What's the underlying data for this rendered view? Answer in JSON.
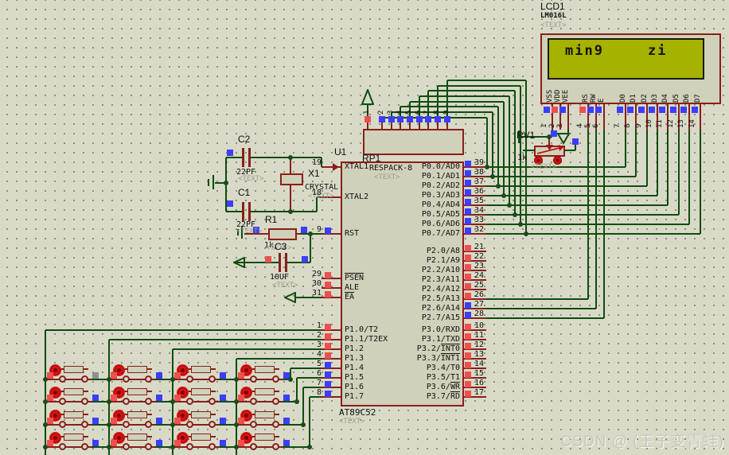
{
  "colors": {
    "background": "#d8dac7",
    "wire": "#0e4d0e",
    "junction": "#1d4a1d",
    "component_border": "#8a1f1a",
    "component_fill": "#cfd1ba",
    "pin_blue": "#3d3dfc",
    "pin_red": "#ef4f4f",
    "pin_gray": "#8f8f8f",
    "lcd_screen": "#a6b200",
    "label_gray": "#9c9c90"
  },
  "watermark": {
    "text": "CSDN @ (王子变青蛙)"
  },
  "lcd": {
    "ref": "LCD1",
    "model": "LM016L",
    "placeholder": "<TEXT>",
    "display_left": "min9",
    "display_right": "zi",
    "pins": [
      {
        "num": 1,
        "label": "VSS",
        "color": "blue"
      },
      {
        "num": 2,
        "label": "VDD",
        "color": "red"
      },
      {
        "num": 3,
        "label": "VEE",
        "color": "blue"
      },
      {
        "num": 4,
        "label": "RS",
        "color": "red"
      },
      {
        "num": 5,
        "label": "RW",
        "color": "blue"
      },
      {
        "num": 6,
        "label": "E",
        "color": "blue"
      },
      {
        "num": 7,
        "label": "D0",
        "color": "blue"
      },
      {
        "num": 8,
        "label": "D1",
        "color": "blue"
      },
      {
        "num": 9,
        "label": "D2",
        "color": "blue"
      },
      {
        "num": 10,
        "label": "D3",
        "color": "blue"
      },
      {
        "num": 11,
        "label": "D4",
        "color": "blue"
      },
      {
        "num": 12,
        "label": "D5",
        "color": "blue"
      },
      {
        "num": 13,
        "label": "D6",
        "color": "blue"
      },
      {
        "num": 14,
        "label": "D7",
        "color": "blue"
      }
    ]
  },
  "mcu": {
    "ref": "U1",
    "part": "AT89C52",
    "placeholder": "<TEXT>",
    "left_pins": [
      {
        "num": 19,
        "pre": "XTAL1",
        "ovl": "",
        "color": "none"
      },
      {
        "num": 18,
        "pre": "XTAL2",
        "ovl": "",
        "color": "none"
      },
      {
        "num": 9,
        "pre": "RST",
        "ovl": "",
        "color": "blue"
      },
      {
        "num": 29,
        "pre": "",
        "ovl": "PSEN",
        "color": "red"
      },
      {
        "num": 30,
        "pre": "ALE",
        "ovl": "",
        "color": "red"
      },
      {
        "num": 31,
        "pre": "",
        "ovl": "EA",
        "color": "red"
      },
      {
        "num": 1,
        "pre": "P1.0/T2",
        "ovl": "",
        "color": "red"
      },
      {
        "num": 2,
        "pre": "P1.1/T2EX",
        "ovl": "",
        "color": "red"
      },
      {
        "num": 3,
        "pre": "P1.2",
        "ovl": "",
        "color": "red"
      },
      {
        "num": 4,
        "pre": "P1.3",
        "ovl": "",
        "color": "red"
      },
      {
        "num": 5,
        "pre": "P1.4",
        "ovl": "",
        "color": "blue"
      },
      {
        "num": 6,
        "pre": "P1.5",
        "ovl": "",
        "color": "blue"
      },
      {
        "num": 7,
        "pre": "P1.6",
        "ovl": "",
        "color": "blue"
      },
      {
        "num": 8,
        "pre": "P1.7",
        "ovl": "",
        "color": "blue"
      }
    ],
    "right_pins": [
      {
        "num": 39,
        "pre": "P0.0/AD0",
        "ovl": "",
        "color": "blue"
      },
      {
        "num": 38,
        "pre": "P0.1/AD1",
        "ovl": "",
        "color": "blue"
      },
      {
        "num": 37,
        "pre": "P0.2/AD2",
        "ovl": "",
        "color": "blue"
      },
      {
        "num": 36,
        "pre": "P0.3/AD3",
        "ovl": "",
        "color": "blue"
      },
      {
        "num": 35,
        "pre": "P0.4/AD4",
        "ovl": "",
        "color": "blue"
      },
      {
        "num": 34,
        "pre": "P0.5/AD5",
        "ovl": "",
        "color": "blue"
      },
      {
        "num": 33,
        "pre": "P0.6/AD6",
        "ovl": "",
        "color": "blue"
      },
      {
        "num": 32,
        "pre": "P0.7/AD7",
        "ovl": "",
        "color": "blue"
      },
      {
        "num": 21,
        "pre": "P2.0/A8",
        "ovl": "",
        "color": "red"
      },
      {
        "num": 22,
        "pre": "P2.1/A9",
        "ovl": "",
        "color": "red"
      },
      {
        "num": 23,
        "pre": "P2.2/A10",
        "ovl": "",
        "color": "red"
      },
      {
        "num": 24,
        "pre": "P2.3/A11",
        "ovl": "",
        "color": "red"
      },
      {
        "num": 25,
        "pre": "P2.4/A12",
        "ovl": "",
        "color": "red"
      },
      {
        "num": 26,
        "pre": "P2.5/A13",
        "ovl": "",
        "color": "red"
      },
      {
        "num": 27,
        "pre": "P2.6/A14",
        "ovl": "",
        "color": "blue"
      },
      {
        "num": 28,
        "pre": "P2.7/A15",
        "ovl": "",
        "color": "blue"
      },
      {
        "num": 10,
        "pre": "P3.0/RXD",
        "ovl": "",
        "color": "red"
      },
      {
        "num": 11,
        "pre": "P3.1/TXD",
        "ovl": "",
        "color": "red"
      },
      {
        "num": 12,
        "pre": "P3.2/",
        "ovl": "INT0",
        "color": "red"
      },
      {
        "num": 13,
        "pre": "P3.3/",
        "ovl": "INT1",
        "color": "red"
      },
      {
        "num": 14,
        "pre": "P3.4/T0",
        "ovl": "",
        "color": "red"
      },
      {
        "num": 15,
        "pre": "P3.5/T1",
        "ovl": "",
        "color": "red"
      },
      {
        "num": 16,
        "pre": "P3.6/",
        "ovl": "WR",
        "color": "red"
      },
      {
        "num": 17,
        "pre": "P3.7/",
        "ovl": "RD",
        "color": "red"
      }
    ]
  },
  "respack": {
    "ref": "RP1",
    "part": "RESPACK-8",
    "placeholder": "<TEXT>",
    "pins": [
      {
        "num": 1,
        "color": "red"
      },
      {
        "num": 2,
        "color": "blue"
      },
      {
        "num": 3,
        "color": "blue"
      },
      {
        "num": 4,
        "color": "blue"
      },
      {
        "num": 5,
        "color": "blue"
      },
      {
        "num": 6,
        "color": "blue"
      },
      {
        "num": 7,
        "color": "blue"
      },
      {
        "num": 8,
        "color": "blue"
      },
      {
        "num": 9,
        "color": "blue"
      }
    ]
  },
  "crystal": {
    "ref": "X1",
    "part": "CRYSTAL",
    "placeholder": "<TEXT>"
  },
  "capacitors": {
    "c2": {
      "ref": "C2",
      "value": "22PF",
      "placeholder": "<TEXT>"
    },
    "c1": {
      "ref": "C1",
      "value": "22PF",
      "placeholder": "<TEXT>"
    },
    "c3": {
      "ref": "C3",
      "value": "10UF",
      "placeholder": "<TEXT>"
    }
  },
  "resistor": {
    "ref": "R1",
    "value": "1k",
    "placeholder": "<TEXT>"
  },
  "potentiometer": {
    "ref": "RV1",
    "value": "1k",
    "placeholder": "<TEXT>"
  },
  "keypad": {
    "rows": 4,
    "cols": 4,
    "right_square_default": "blue",
    "right_square_first": "gray"
  }
}
